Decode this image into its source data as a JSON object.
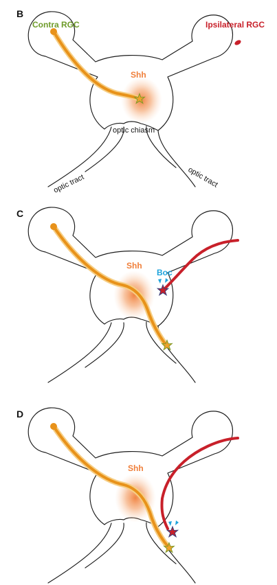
{
  "colors": {
    "contra": "#e8921a",
    "contra_glow": "#f6cf86",
    "ipsi": "#c8202a",
    "boc": "#1ea3dc",
    "shh": "#f07f3a",
    "contra_label": "#6e9b2a",
    "growth_cone_rim": "#7f9a2a",
    "outline": "#1a1a1a"
  },
  "panels": [
    {
      "letter": "B",
      "contra_label": "Contra RGC",
      "ipsi_label": "Ipsilateral RGC",
      "shh_label": "Shh",
      "chiasm_label": "optic chiasm",
      "tract_left_label": "optic tract",
      "tract_right_label": "optic tract"
    },
    {
      "letter": "C",
      "shh_label": "Shh",
      "boc_label": "Boc"
    },
    {
      "letter": "D",
      "shh_label": "Shh"
    }
  ]
}
